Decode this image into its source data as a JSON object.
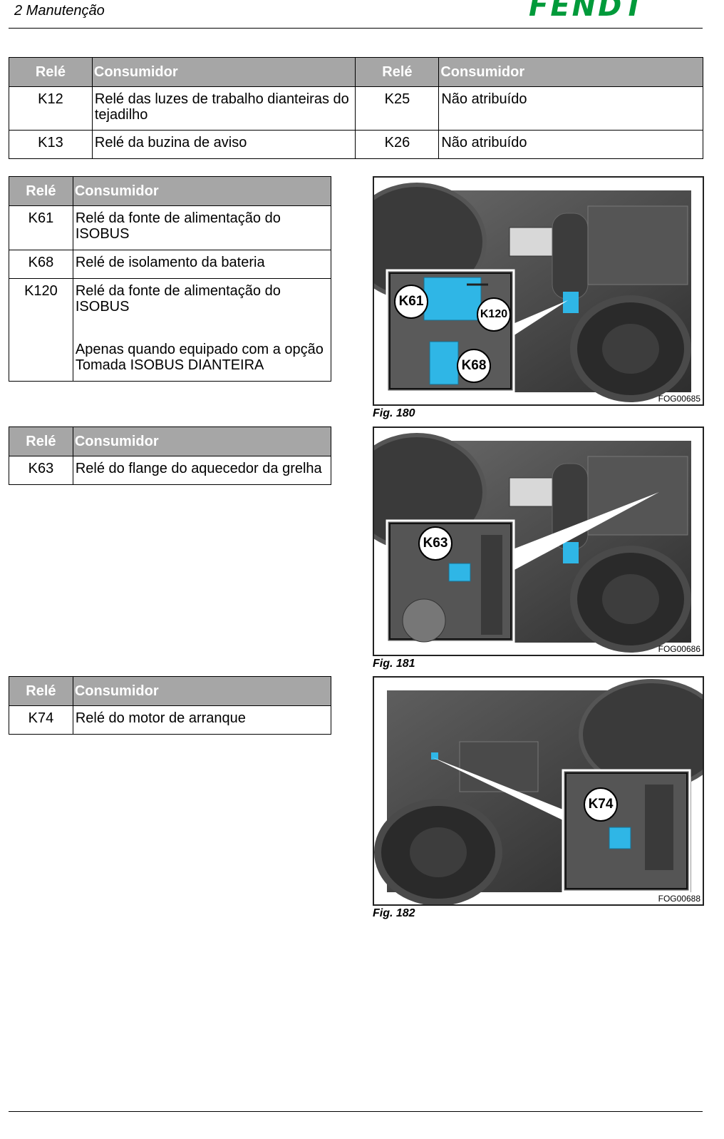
{
  "header": {
    "title": "2 Manutenção",
    "brand": "FENDT"
  },
  "table1": {
    "headers": [
      "Relé",
      "Consumidor",
      "Relé",
      "Consumidor"
    ],
    "rows": [
      [
        "K12",
        "Relé das luzes de trabalho dianteiras do tejadilho",
        "K25",
        "Não atribuído"
      ],
      [
        "K13",
        "Relé da buzina de aviso",
        "K26",
        "Não atribuído"
      ]
    ]
  },
  "table2": {
    "headers": [
      "Relé",
      "Consumidor"
    ],
    "rows": [
      {
        "rele": "K61",
        "consumidor": "Relé da fonte de alimentação do ISOBUS",
        "note": ""
      },
      {
        "rele": "K68",
        "consumidor": "Relé de isolamento da bateria",
        "note": ""
      },
      {
        "rele": "K120",
        "consumidor": "Relé da fonte de alimentação do ISOBUS",
        "note": "Apenas quando equipado com a opção Tomada ISOBUS DIANTEIRA"
      }
    ]
  },
  "table3": {
    "headers": [
      "Relé",
      "Consumidor"
    ],
    "rows": [
      {
        "rele": "K63",
        "consumidor": "Relé do flange do aquecedor da grelha"
      }
    ]
  },
  "table4": {
    "headers": [
      "Relé",
      "Consumidor"
    ],
    "rows": [
      {
        "rele": "K74",
        "consumidor": "Relé do motor de arranque"
      }
    ]
  },
  "figures": [
    {
      "caption": "Fig. 180",
      "code": "FOG00685",
      "callouts": [
        "K61",
        "K120",
        "K68"
      ]
    },
    {
      "caption": "Fig. 181",
      "code": "FOG00686",
      "callouts": [
        "K63"
      ]
    },
    {
      "caption": "Fig. 182",
      "code": "FOG00688",
      "callouts": [
        "K74"
      ]
    }
  ],
  "colors": {
    "header_fill": "#a6a6a6",
    "highlight": "#2fb6e6",
    "brand": "#009a3a"
  }
}
